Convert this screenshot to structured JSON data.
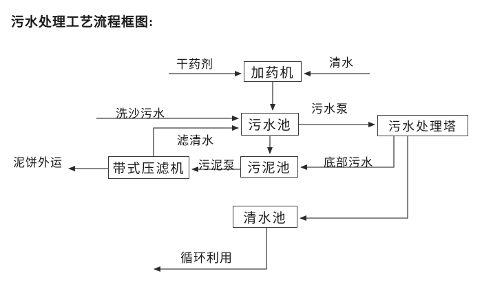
{
  "title": "污水处理工艺流程框图:",
  "diagram": {
    "nodes": {
      "dosing_machine": "加药机",
      "sewage_pool": "污水池",
      "treatment_tower": "污水处理塔",
      "sludge_pool": "污泥池",
      "belt_press": "带式压滤机",
      "clean_water_pool": "清水池"
    },
    "labels": {
      "dry_agent": "干药剂",
      "clean_water": "清水",
      "sand_wash_sewage": "洗沙污水",
      "filtered_water": "滤清水",
      "sewage_pump": "污水泵",
      "bottom_sewage": "底部污水",
      "sludge_pump": "污泥泵",
      "mud_cake_out": "泥饼外运",
      "recycle_use": "循环利用"
    },
    "line_color": "#404040"
  }
}
